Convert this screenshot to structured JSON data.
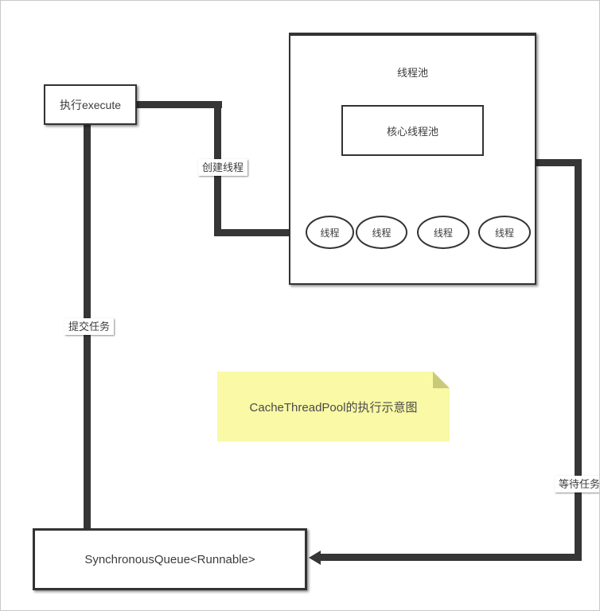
{
  "colors": {
    "page_bg": "#ffffff",
    "frame": "#c9c9c9",
    "line": "#363636",
    "border": "#333333",
    "text": "#3c3c3c",
    "box_bg": "#ffffff",
    "label_bg": "#ffffff",
    "note_bg": "#f9f9a6",
    "note_fold": "#c9c97a"
  },
  "nodes": {
    "execute_box": {
      "label": "执行execute"
    },
    "pool_box": {
      "title": "线程池"
    },
    "core_box": {
      "label": "核心线程池"
    },
    "threads": [
      {
        "label": "线程"
      },
      {
        "label": "线程"
      },
      {
        "label": "线程"
      },
      {
        "label": "线程"
      }
    ],
    "sync_queue_box": {
      "label": "SynchronousQueue<Runnable>"
    },
    "note": {
      "label": "CacheThreadPool的执行示意图"
    }
  },
  "edge_labels": {
    "create_thread": "创建线程",
    "submit_task": "提交任务",
    "wait_task": "等待任务"
  }
}
